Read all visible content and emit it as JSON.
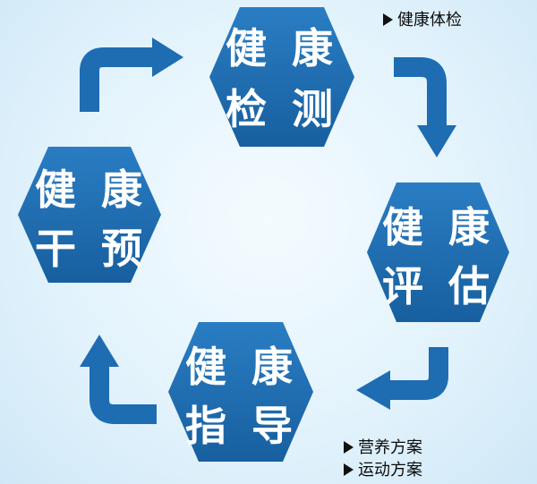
{
  "colors": {
    "hexagon": "#1f6fb4",
    "arrow": "#1e6cb2",
    "background": "#dcf0fb",
    "text": "#ffffff",
    "note_text": "#0b0b0b"
  },
  "icons": {
    "note_marker": "right-triangle-bullet"
  },
  "nodes": [
    {
      "id": "detect",
      "line1": "健 康",
      "line2": "检 测"
    },
    {
      "id": "assess",
      "line1": "健 康",
      "line2": "评 估"
    },
    {
      "id": "guide",
      "line1": "健 康",
      "line2": "指 导"
    },
    {
      "id": "intervene",
      "line1": "健 康",
      "line2": "干 预"
    }
  ],
  "notes": {
    "detect": [
      "健康体检"
    ],
    "guide": [
      "营养方案",
      "运动方案"
    ]
  }
}
